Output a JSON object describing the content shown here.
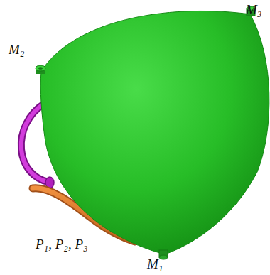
{
  "diagram": {
    "labels": [
      "M₃",
      "M₂",
      "P₁, P₂, P₃",
      "M₁"
    ]
  }
}
